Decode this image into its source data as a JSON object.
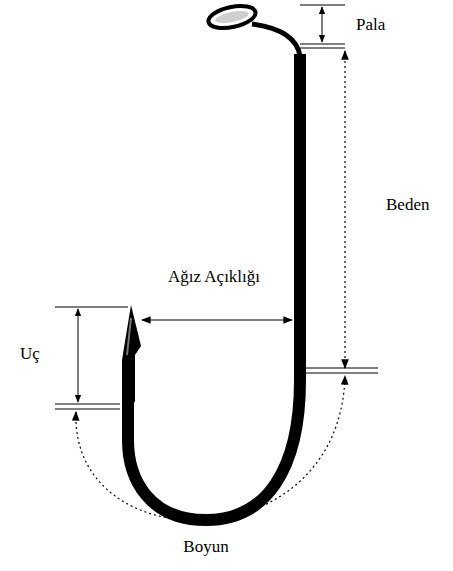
{
  "diagram": {
    "labels": [
      "Pala",
      "Beden",
      "Ağız Açıklığı",
      "Uç",
      "Boyun"
    ]
  }
}
